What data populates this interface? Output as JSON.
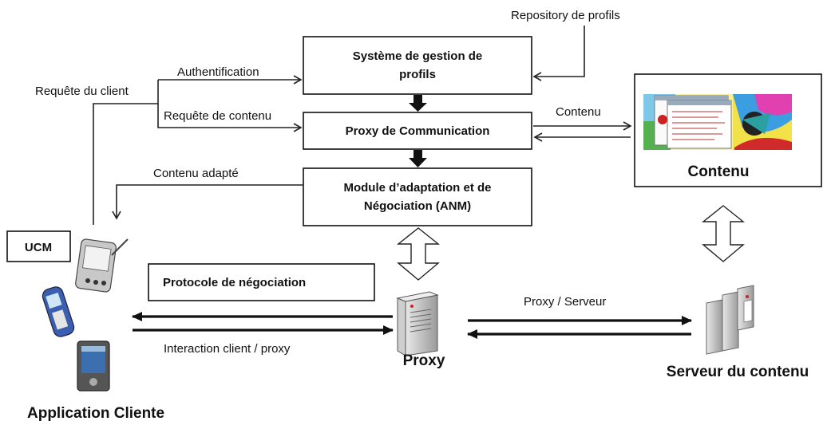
{
  "labels": {
    "repository": "Repository de profils",
    "authentification": "Authentification",
    "requete_client": "Requête du client",
    "requete_contenu": "Requête de contenu",
    "contenu_arrow": "Contenu",
    "contenu_adapte": "Contenu adapté",
    "proxy_serveur": "Proxy / Serveur",
    "interaction": "Interaction client / proxy"
  },
  "boxes": {
    "sgp_line1": "Système de gestion de",
    "sgp_line2": "profils",
    "proxy_comm": "Proxy de Communication",
    "anm_line1": "Module d’adaptation et de",
    "anm_line2": "Négociation (ANM)",
    "contenu": "Contenu",
    "ucm": "UCM",
    "protocole": "Protocole de négociation"
  },
  "nodes": {
    "proxy": "Proxy",
    "serveur": "Serveur du contenu",
    "application": "Application Cliente"
  }
}
